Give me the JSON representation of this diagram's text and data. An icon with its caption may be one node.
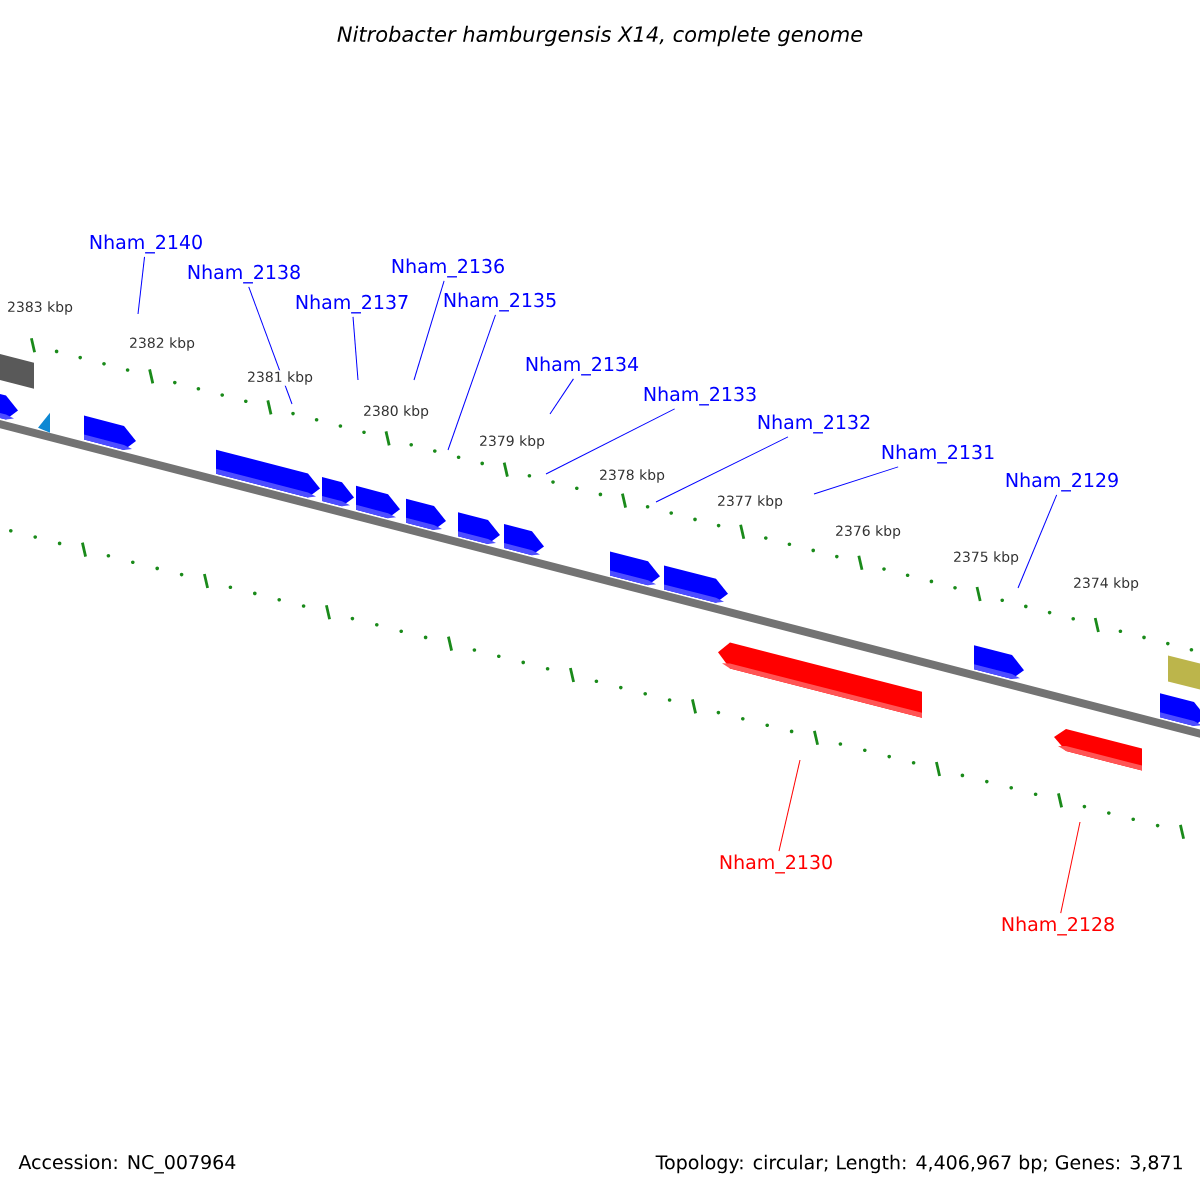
{
  "diagram": {
    "title": "Nitrobacter hamburgensis X14, complete genome",
    "nodes": [
      {
        "text": [
          "Nham_2140"
        ]
      },
      {
        "text": [
          "Nham_2138"
        ]
      },
      {
        "text": [
          "Nham_2137"
        ]
      },
      {
        "text": [
          "Nham_2136"
        ]
      },
      {
        "text": [
          "Nham_2135"
        ]
      },
      {
        "text": [
          "Nham_2134"
        ]
      },
      {
        "text": [
          "Nham_2133"
        ]
      },
      {
        "text": [
          "Nham_2132"
        ]
      },
      {
        "text": [
          "Nham_2131"
        ]
      },
      {
        "text": [
          "Nham_2129"
        ]
      },
      {
        "text": [
          "Nham_2130"
        ]
      },
      {
        "text": [
          "Nham_2128"
        ]
      }
    ],
    "edges": [
      {
        "from": 0,
        "to": null,
        "arrow": "none"
      },
      {
        "from": 1,
        "to": null,
        "arrow": "none"
      },
      {
        "from": 2,
        "to": null,
        "arrow": "none"
      },
      {
        "from": 3,
        "to": null,
        "arrow": "none"
      },
      {
        "from": 4,
        "to": null,
        "arrow": "none"
      },
      {
        "from": 5,
        "to": null,
        "arrow": "none"
      },
      {
        "from": 6,
        "to": null,
        "arrow": "none"
      },
      {
        "from": 7,
        "to": null,
        "arrow": "none"
      },
      {
        "from": 8,
        "to": null,
        "arrow": "none"
      },
      {
        "from": 9,
        "to": null,
        "arrow": "none"
      },
      {
        "from": 10,
        "to": null,
        "arrow": "none",
        "color": "#ff0000"
      },
      {
        "from": 11,
        "to": null,
        "arrow": "none",
        "color": "#ff0000"
      }
    ],
    "labels": [
      "2383 kbp",
      "2382 kbp",
      "2381 kbp",
      "2380 kbp",
      "2379 kbp",
      "2378 kbp",
      "2377 kbp",
      "2376 kbp",
      "2375 kbp",
      "2374 kbp",
      "Accession: NC_007964",
      "Topology: circular; Length: 4,406,967 bp; Genes: 3,871"
    ]
  }
}
